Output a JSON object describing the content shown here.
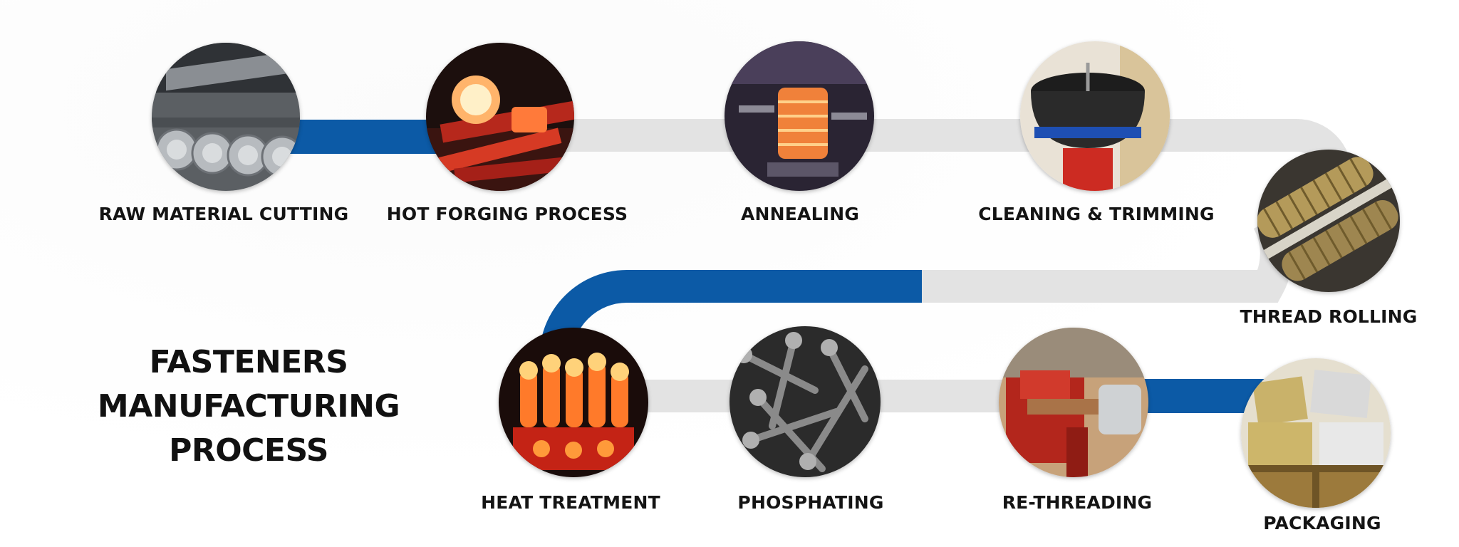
{
  "title": {
    "line1": "FASTENERS",
    "line2": "MANUFACTURING PROCESS"
  },
  "colors": {
    "blue": "#0c5aa6",
    "grey": "#e3e3e3",
    "text": "#141414"
  },
  "steps": [
    {
      "label": "RAW MATERIAL CUTTING",
      "icon": "steel-bars-photo"
    },
    {
      "label": "HOT FORGING PROCESS",
      "icon": "glowing-forging-photo"
    },
    {
      "label": "ANNEALING",
      "icon": "furnace-coil-photo"
    },
    {
      "label": "CLEANING & TRIMMING",
      "icon": "trimming-machine-photo"
    },
    {
      "label": "THREAD ROLLING",
      "icon": "thread-rolling-dies-photo"
    },
    {
      "label": "HEAT TREATMENT",
      "icon": "heat-treated-bolts-photo"
    },
    {
      "label": "PHOSPHATING",
      "icon": "phosphated-bolts-photo"
    },
    {
      "label": "RE-THREADING",
      "icon": "vise-wrench-photo"
    },
    {
      "label": "PACKAGING",
      "icon": "packaging-crate-photo"
    }
  ]
}
